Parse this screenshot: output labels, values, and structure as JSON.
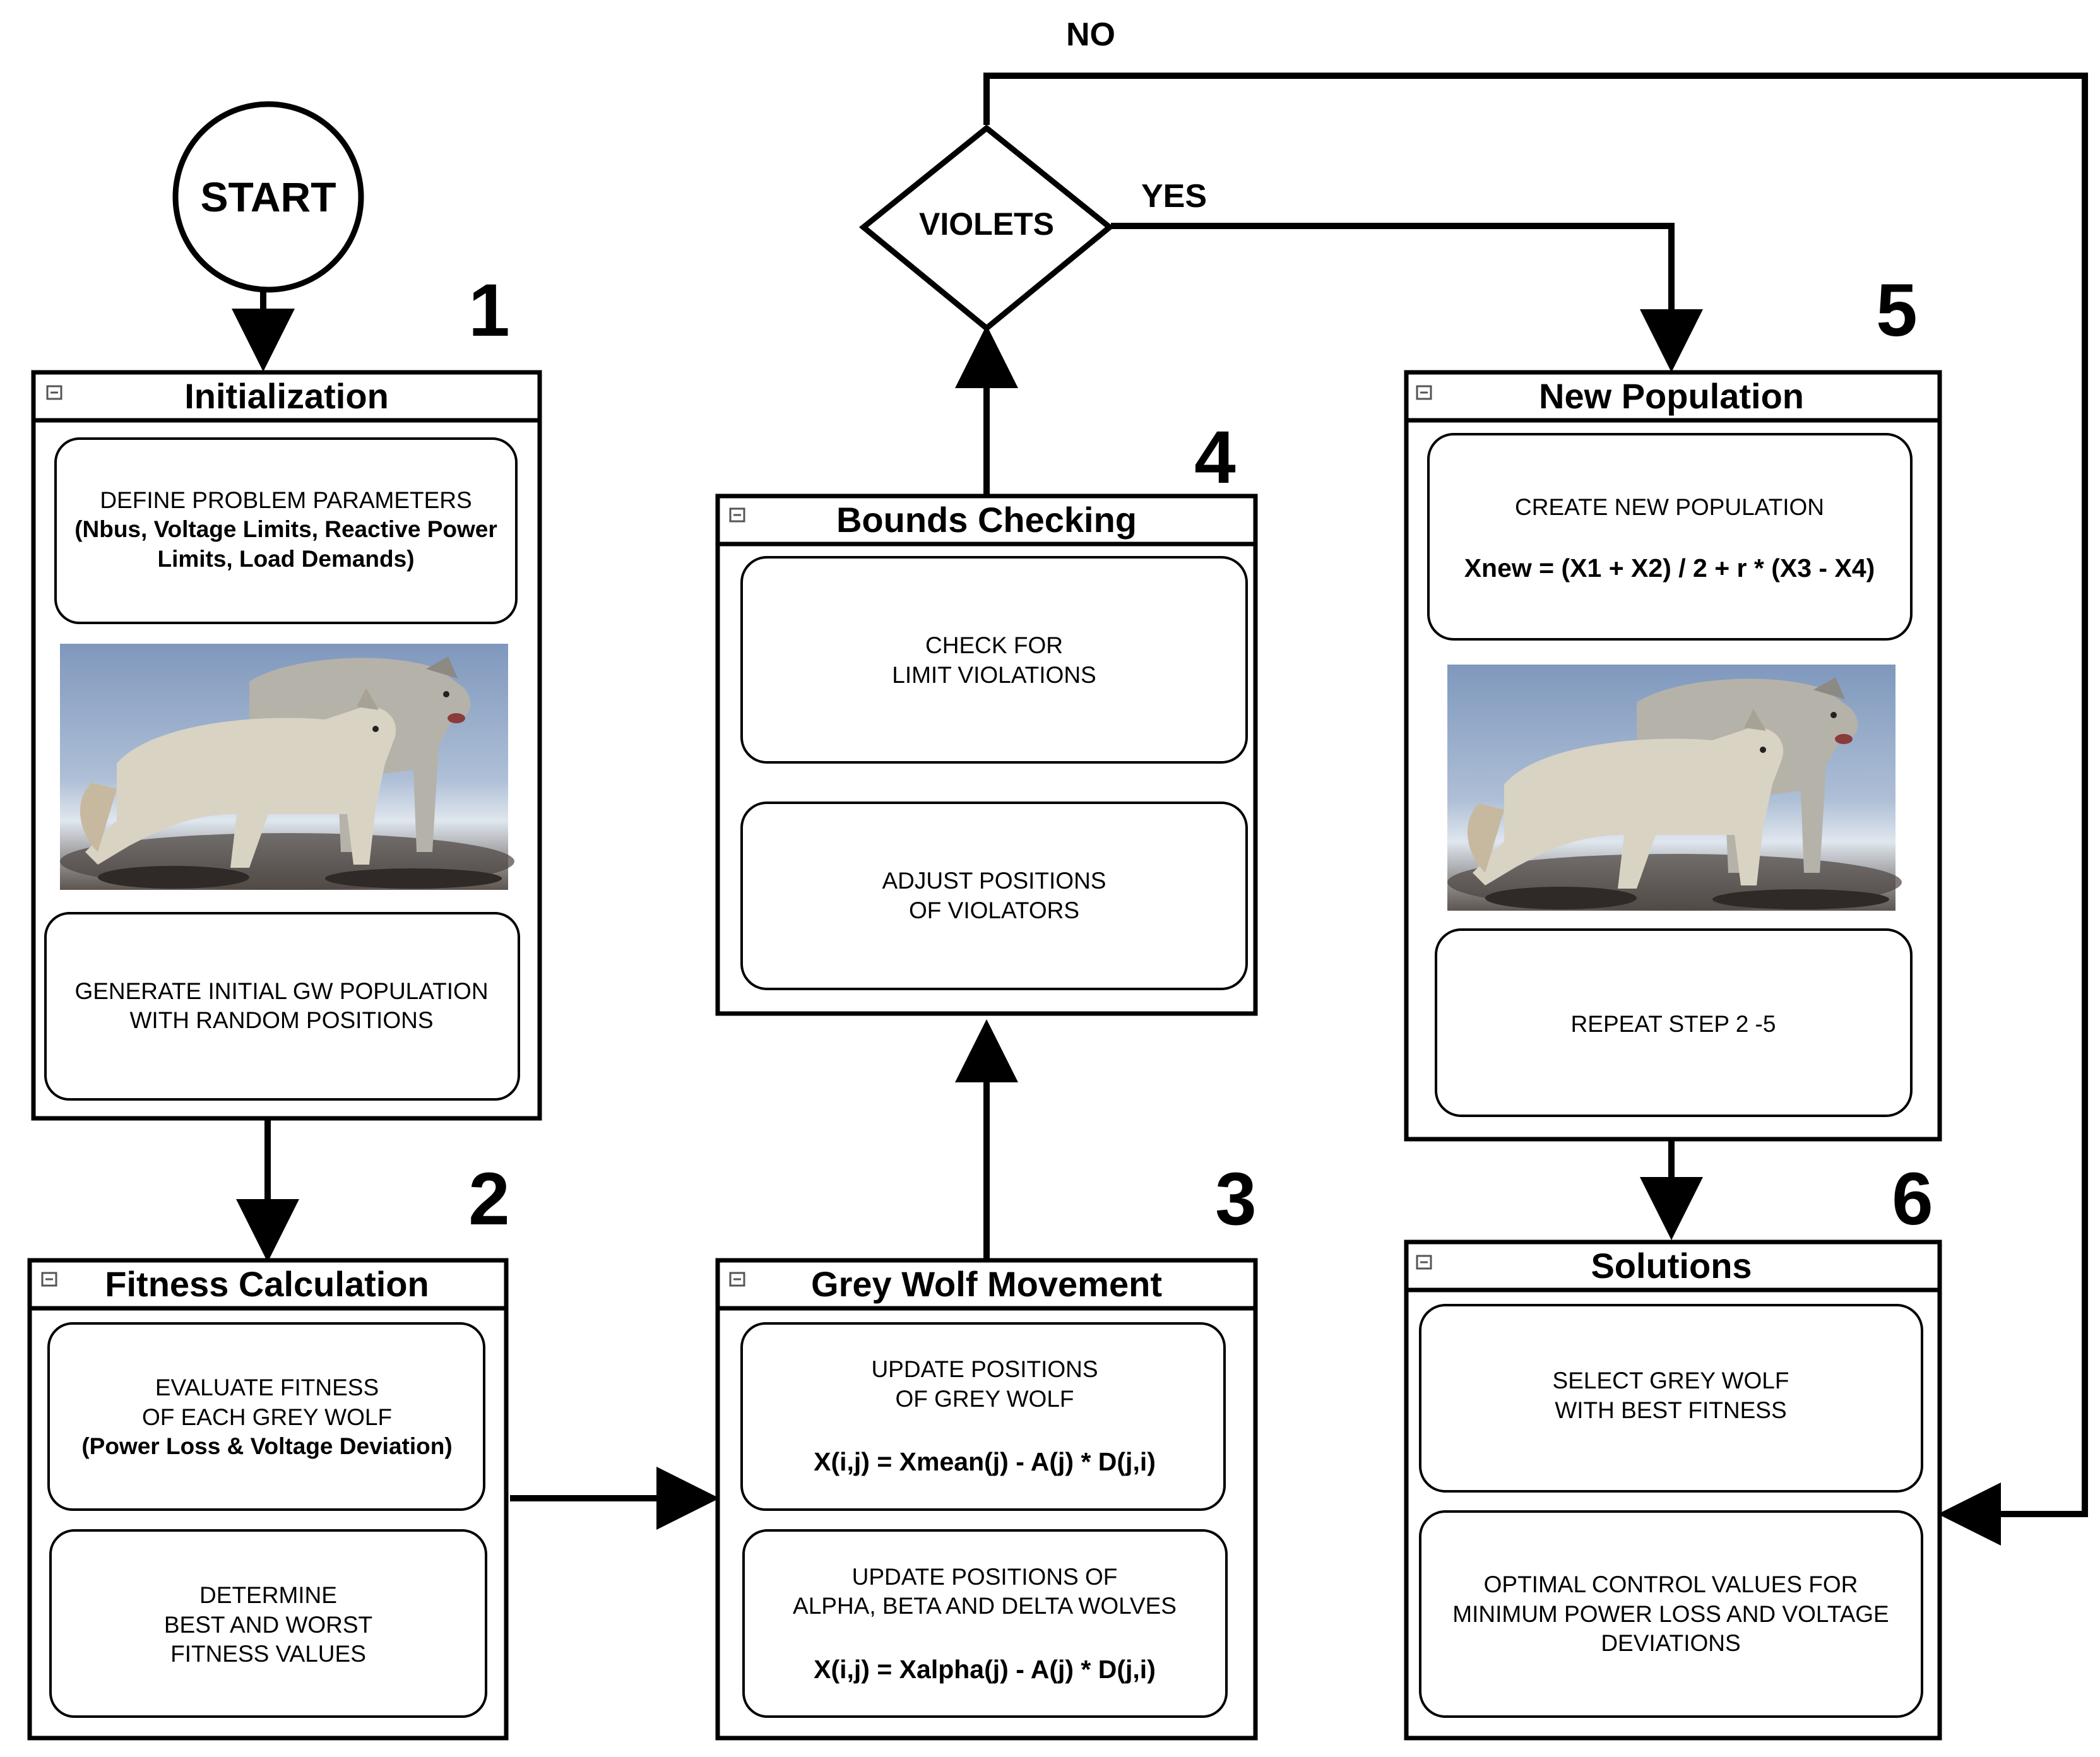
{
  "decision": {
    "label": "VIOLETS",
    "yes": "YES",
    "no": "NO"
  },
  "start": {
    "label": "START"
  },
  "blocks": {
    "init": {
      "number": "1",
      "title": "Initialization",
      "box1": {
        "line1": "DEFINE PROBLEM PARAMETERS",
        "line2": "(Nbus, Voltage Limits, Reactive Power",
        "line3": "Limits, Load Demands)"
      },
      "image": "grey-wolf-pair-photo",
      "box2": {
        "line1": "GENERATE INITIAL GW POPULATION",
        "line2": "WITH RANDOM POSITIONS"
      }
    },
    "fitness": {
      "number": "2",
      "title": "Fitness Calculation",
      "box1": {
        "line1": "EVALUATE FITNESS",
        "line2": "OF EACH GREY WOLF",
        "line3": "(Power Loss & Voltage Deviation)"
      },
      "box2": {
        "line1": "DETERMINE",
        "line2": "BEST AND WORST",
        "line3": "FITNESS VALUES"
      }
    },
    "movement": {
      "number": "3",
      "title": "Grey Wolf Movement",
      "box1": {
        "line1": "UPDATE POSITIONS",
        "line2": "OF GREY WOLF",
        "formula": "X(i,j) = Xmean(j) - A(j) * D(j,i)"
      },
      "box2": {
        "line1": "UPDATE POSITIONS OF",
        "line2": "ALPHA, BETA AND DELTA WOLVES",
        "formula": "X(i,j) = Xalpha(j) - A(j) * D(j,i)"
      }
    },
    "bounds": {
      "number": "4",
      "title": "Bounds Checking",
      "box1": {
        "line1": "CHECK FOR",
        "line2": "LIMIT VIOLATIONS"
      },
      "box2": {
        "line1": "ADJUST POSITIONS",
        "line2": "OF VIOLATORS"
      }
    },
    "newpop": {
      "number": "5",
      "title": "New Population",
      "box1": {
        "line1": "CREATE NEW POPULATION",
        "formula": "Xnew = (X1 + X2) / 2 + r * (X3 - X4)"
      },
      "image": "grey-wolf-pair-photo",
      "box2": {
        "line1": "REPEAT STEP 2 -5"
      }
    },
    "solutions": {
      "number": "6",
      "title": "Solutions",
      "box1": {
        "line1": "SELECT GREY WOLF",
        "line2": "WITH BEST FITNESS"
      },
      "box2": {
        "line1": "OPTIMAL CONTROL VALUES FOR",
        "line2": "MINIMUM POWER LOSS AND VOLTAGE",
        "line3": "DEVIATIONS"
      }
    }
  },
  "colors": {
    "line": "#000000",
    "collapse_icon": "#555555",
    "background": "#ffffff"
  }
}
